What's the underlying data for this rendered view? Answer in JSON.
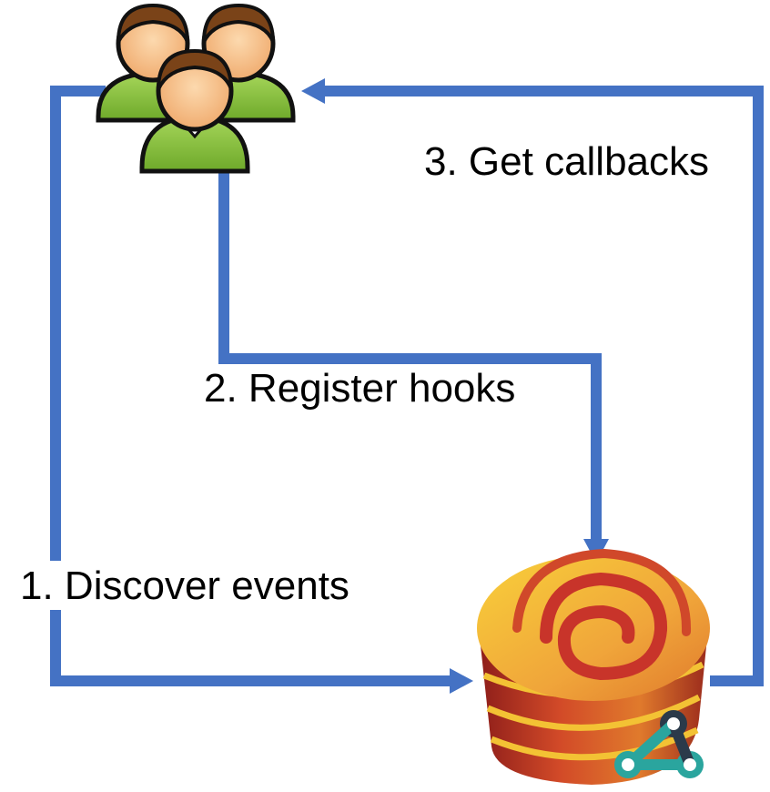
{
  "colors": {
    "arrow": "#4472C4",
    "user_outline": "#111111",
    "user_skin": "#F7C48E",
    "user_hair": "#7A4318",
    "user_shirt": "#8DC63F",
    "server_top": "#F3C234",
    "server_side": "#C8342A",
    "webhook_teal": "#2AA59E",
    "webhook_dark": "#2B3A4A"
  },
  "nodes": {
    "users": {
      "icon": "users-group-icon"
    },
    "server": {
      "icon": "event-server-icon"
    },
    "webhook": {
      "icon": "webhook-icon"
    }
  },
  "steps": [
    {
      "label": "1. Discover events"
    },
    {
      "label": "2. Register hooks"
    },
    {
      "label": "3. Get callbacks"
    }
  ]
}
